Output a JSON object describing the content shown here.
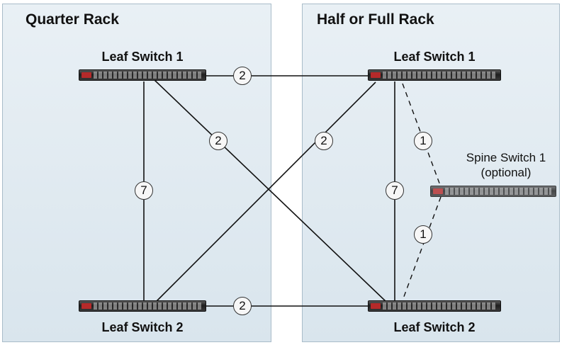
{
  "panels": {
    "left_title": "Quarter Rack",
    "right_title": "Half or Full Rack"
  },
  "switches": {
    "left_leaf1": "Leaf Switch 1",
    "left_leaf2": "Leaf Switch 2",
    "right_leaf1": "Leaf Switch 1",
    "right_leaf2": "Leaf Switch 2",
    "spine_line1": "Spine Switch 1",
    "spine_line2": "(optional)"
  },
  "link_counts": {
    "top_horizontal": "2",
    "bottom_horizontal": "2",
    "left_cross": "2",
    "right_cross": "2",
    "left_vertical": "7",
    "right_vertical": "7",
    "spine_upper": "1",
    "spine_lower": "1"
  },
  "colors": {
    "panel_bg": "#e2ebf1",
    "panel_border": "#a9bcc9",
    "line": "#111111",
    "switch_body": "#2a2a2a",
    "switch_logo": "#b52a2a"
  }
}
